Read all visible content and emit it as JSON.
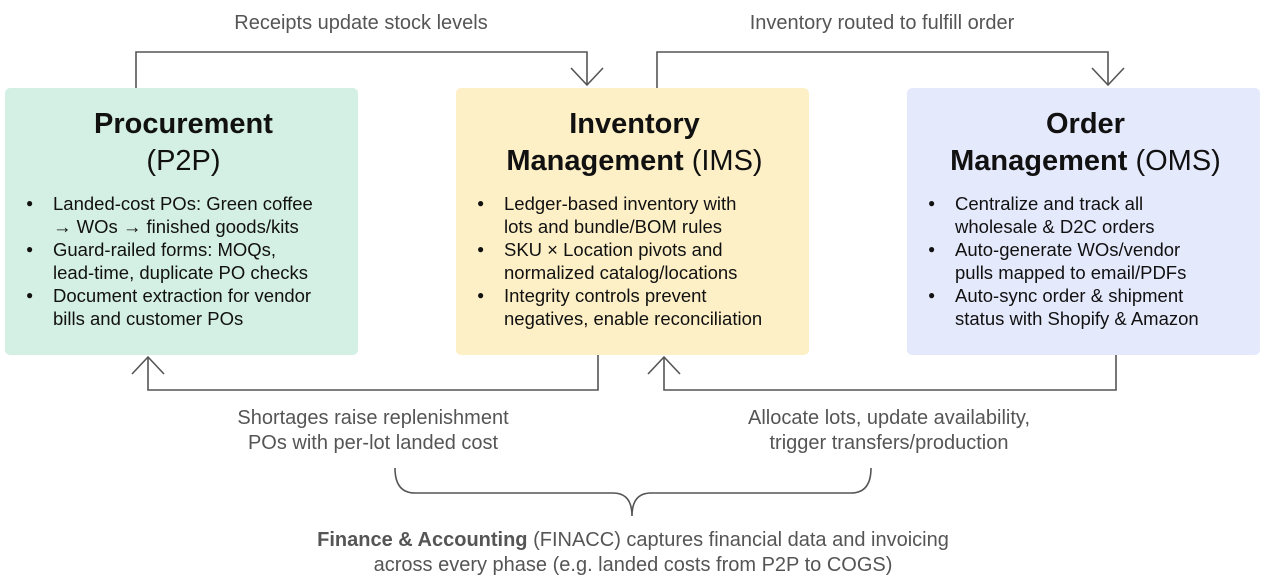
{
  "flows": {
    "top_left": "Receipts update stock levels",
    "top_right": "Inventory routed to fulfill order",
    "bottom_left": [
      "Shortages raise replenishment",
      "POs with per-lot landed cost"
    ],
    "bottom_right": [
      "Allocate lots, update availability,",
      "trigger transfers/production"
    ]
  },
  "boxes": {
    "procurement": {
      "title_line1": "Procurement",
      "abbr": "(P2P)",
      "bullets": [
        [
          "Landed-cost POs: Green coffee",
          "→ WOs → finished goods/kits"
        ],
        [
          "Guard-railed forms: MOQs,",
          "lead-time, duplicate PO checks"
        ],
        [
          "Document extraction for vendor",
          "bills and customer POs"
        ]
      ]
    },
    "inventory": {
      "title_line1": "Inventory",
      "title_line2": "Management",
      "abbr": "(IMS)",
      "bullets": [
        [
          "Ledger-based inventory with",
          "lots and bundle/BOM rules"
        ],
        [
          "SKU × Location pivots and",
          "normalized catalog/locations"
        ],
        [
          "Integrity controls prevent",
          "negatives, enable reconciliation"
        ]
      ]
    },
    "order": {
      "title_line1": "Order",
      "title_line2": "Management",
      "abbr": "(OMS)",
      "bullets": [
        [
          "Centralize and track all",
          "wholesale & D2C orders"
        ],
        [
          "Auto-generate WOs/vendor",
          "pulls mapped to email/PDFs"
        ],
        [
          "Auto-sync order & shipment",
          "status with Shopify & Amazon"
        ]
      ]
    }
  },
  "finance": {
    "bold": "Finance & Accounting",
    "rest": " (FINACC) captures financial data and invoicing",
    "line2": "across every phase (e.g. landed costs from P2P to COGS)"
  },
  "colors": {
    "procurement_bg": "#d4efe3",
    "inventory_bg": "#fdf0c6",
    "order_bg": "#e5e9fc",
    "connector": "#555555"
  }
}
